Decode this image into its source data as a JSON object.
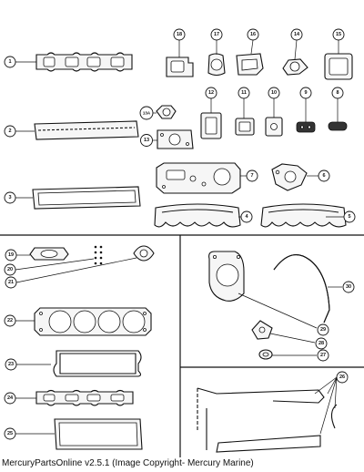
{
  "callouts": {
    "c1": "1",
    "c2": "2",
    "c3": "3",
    "c4": "4",
    "c5": "5",
    "c6": "6",
    "c7": "7",
    "c8": "8",
    "c9": "9",
    "c10": "10",
    "c11": "11",
    "c12": "12",
    "c13": "13",
    "c13a": "13A",
    "c14": "14",
    "c15": "15",
    "c16": "16",
    "c17": "17",
    "c18": "18",
    "c19": "19",
    "c20": "20",
    "c21": "21",
    "c22": "22",
    "c23": "23",
    "c24": "24",
    "c25": "25",
    "c26": "26",
    "c27": "27",
    "c28": "28",
    "c29": "29",
    "c30": "30"
  },
  "footer": {
    "text": "MercuryPartsOnline v2.5.1 (Image Copyright- Mercury Marine)"
  }
}
